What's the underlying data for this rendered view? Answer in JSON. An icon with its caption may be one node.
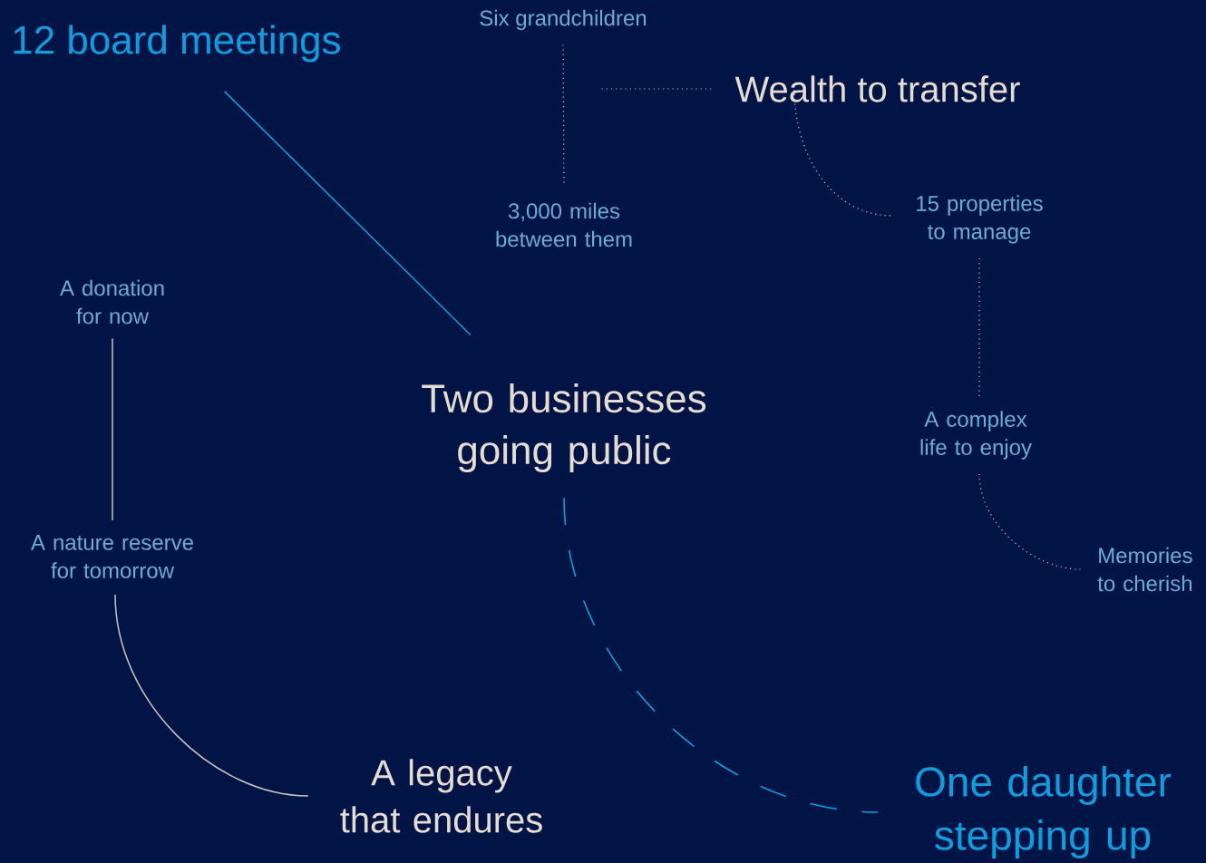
{
  "diagram": {
    "nodes": [
      {
        "text": [
          "12 board meetings"
        ]
      },
      {
        "text": [
          "Six grandchildren"
        ]
      },
      {
        "text": [
          "Wealth to transfer"
        ]
      },
      {
        "text": [
          "3,000 miles between them"
        ]
      },
      {
        "text": [
          "15 properties to manage"
        ]
      },
      {
        "text": [
          "A donation for now"
        ]
      },
      {
        "text": [
          "Two businesses going public"
        ]
      },
      {
        "text": [
          "A complex life to enjoy"
        ]
      },
      {
        "text": [
          "A nature reserve for tomorrow"
        ]
      },
      {
        "text": [
          "Memories to cherish"
        ]
      },
      {
        "text": [
          "A legacy that endures"
        ]
      },
      {
        "text": [
          "One daughter stepping up"
        ]
      }
    ],
    "edges": [
      {
        "from": 0,
        "to": 6,
        "arrow": "none",
        "color": "#0a9fe0"
      },
      {
        "from": 1,
        "to": 3,
        "arrow": "none",
        "style": "dashed"
      },
      {
        "from": 2,
        "to": null,
        "arrow": "none",
        "style": "dashed"
      },
      {
        "from": 2,
        "to": 4,
        "arrow": "none",
        "style": "dashed"
      },
      {
        "from": 4,
        "to": 7,
        "arrow": "none",
        "style": "dashed"
      },
      {
        "from": 7,
        "to": 9,
        "arrow": "none",
        "style": "dashed"
      },
      {
        "from": 5,
        "to": 8,
        "arrow": "none"
      },
      {
        "from": 8,
        "to": 10,
        "arrow": "none"
      },
      {
        "from": 6,
        "to": 11,
        "arrow": "none",
        "style": "dashed",
        "color": "#0a9fe0"
      }
    ]
  }
}
